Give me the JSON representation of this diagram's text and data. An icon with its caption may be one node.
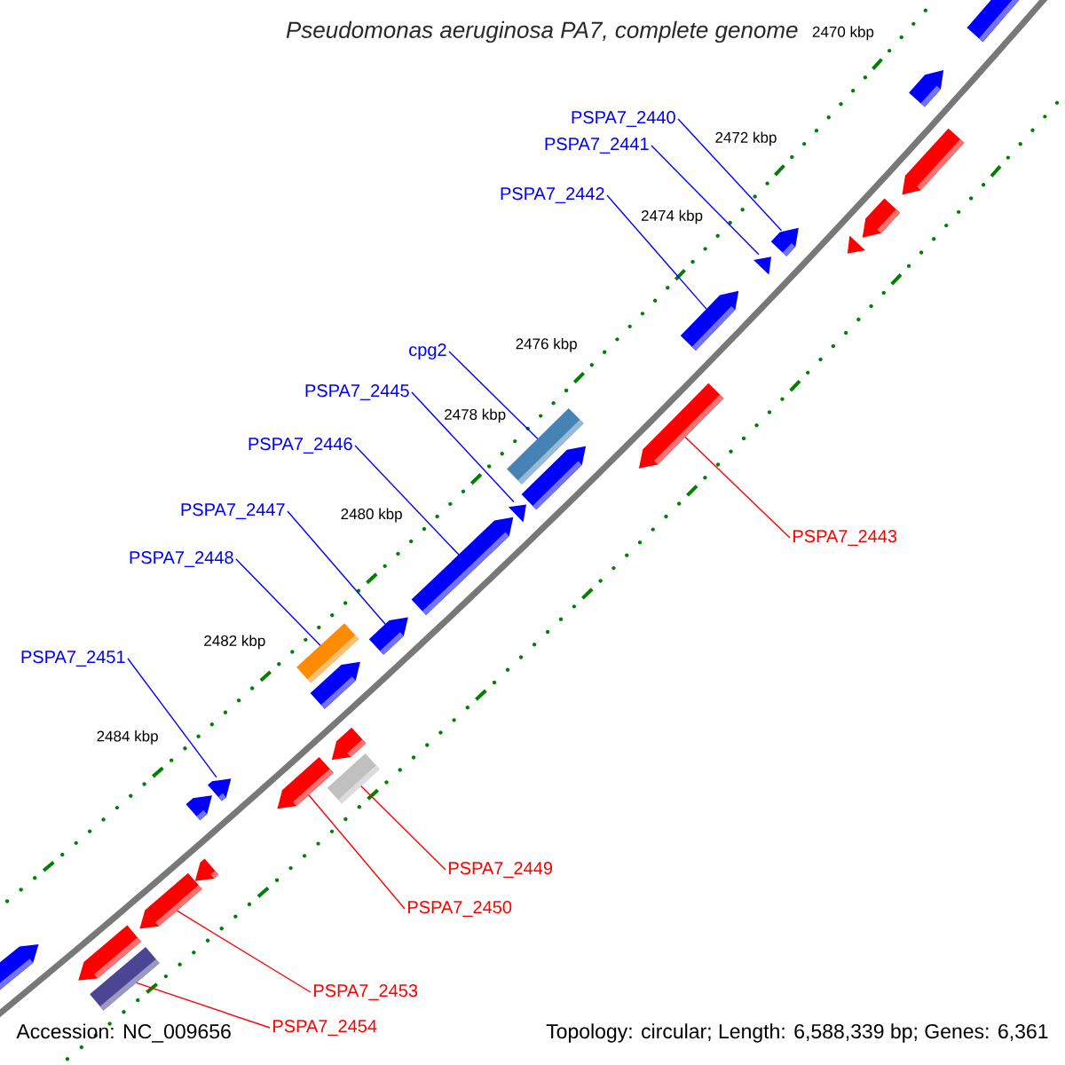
{
  "diagram": {
    "title": "Pseudomonas aeruginosa PA7, complete genome",
    "nodes": [
      {
        "text": [
          "PSPA7_2440"
        ]
      },
      {
        "text": [
          "PSPA7_2441"
        ]
      },
      {
        "text": [
          "PSPA7_2442"
        ]
      },
      {
        "text": [
          "cpg2"
        ]
      },
      {
        "text": [
          "PSPA7_2445"
        ]
      },
      {
        "text": [
          "PSPA7_2446"
        ]
      },
      {
        "text": [
          "PSPA7_2447"
        ]
      },
      {
        "text": [
          "PSPA7_2443"
        ]
      },
      {
        "text": [
          "PSPA7_2448"
        ]
      },
      {
        "text": [
          "PSPA7_2451"
        ]
      },
      {
        "text": [
          "PSPA7_2449"
        ]
      },
      {
        "text": [
          "PSPA7_2450"
        ]
      },
      {
        "text": [
          "PSPA7_2453"
        ]
      },
      {
        "text": [
          "PSPA7_2454"
        ]
      },
      {
        "text": [],
        "shape": "arrow"
      },
      {
        "text": [],
        "shape": "arrow"
      },
      {
        "text": [],
        "shape": "arrow"
      },
      {
        "text": [],
        "shape": "box"
      },
      {
        "text": [],
        "shape": "arrow"
      },
      {
        "text": [],
        "shape": "arrow"
      },
      {
        "text": [],
        "shape": "arrow"
      },
      {
        "text": [],
        "shape": "arrow"
      },
      {
        "text": [],
        "shape": "box"
      },
      {
        "text": [],
        "shape": "arrow"
      },
      {
        "text": [],
        "shape": "box"
      },
      {
        "text": [],
        "shape": "arrow"
      },
      {
        "text": [],
        "shape": "arrow"
      },
      {
        "text": [],
        "shape": "box"
      },
      {
        "text": [],
        "shape": "arrow"
      },
      {
        "text": [],
        "shape": "arrow"
      },
      {
        "text": [],
        "shape": "arrow"
      },
      {
        "text": [],
        "shape": "arrow"
      },
      {
        "text": [],
        "shape": "arrow"
      },
      {
        "text": [],
        "shape": "arrow"
      },
      {
        "text": [],
        "shape": "arrow"
      },
      {
        "text": [],
        "shape": "arrow"
      },
      {
        "text": [],
        "shape": "arrow"
      },
      {
        "text": [],
        "shape": "arrow"
      }
    ],
    "edges": [
      {
        "from": 0,
        "to": 14,
        "arrow": "none"
      },
      {
        "from": 1,
        "to": 15,
        "arrow": "none"
      },
      {
        "from": 2,
        "to": 16,
        "arrow": "none"
      },
      {
        "from": 3,
        "to": 17,
        "arrow": "none"
      },
      {
        "from": 4,
        "to": 18,
        "arrow": "none"
      },
      {
        "from": 5,
        "to": 19,
        "arrow": "none"
      },
      {
        "from": 6,
        "to": 20,
        "arrow": "none"
      },
      {
        "from": 7,
        "to": 21,
        "arrow": "none",
        "color": "#ff0000"
      },
      {
        "from": 8,
        "to": 22,
        "arrow": "none"
      },
      {
        "from": 9,
        "to": 23,
        "arrow": "none"
      },
      {
        "from": 10,
        "to": 24,
        "arrow": "none",
        "color": "#ff0000"
      },
      {
        "from": 11,
        "to": 25,
        "arrow": "none",
        "color": "#ff0000"
      },
      {
        "from": 12,
        "to": 26,
        "arrow": "none",
        "color": "#ff0000"
      },
      {
        "from": 13,
        "to": 27,
        "arrow": "none",
        "color": "#ff0000"
      }
    ],
    "labels": [
      "2470 kbp",
      "2472 kbp",
      "2474 kbp",
      "2476 kbp",
      "2478 kbp",
      "2480 kbp",
      "2482 kbp",
      "2484 kbp",
      "Accession: NC_009656",
      "Topology: circular; Length: 6,588,339 bp; Genes: 6,361"
    ]
  }
}
